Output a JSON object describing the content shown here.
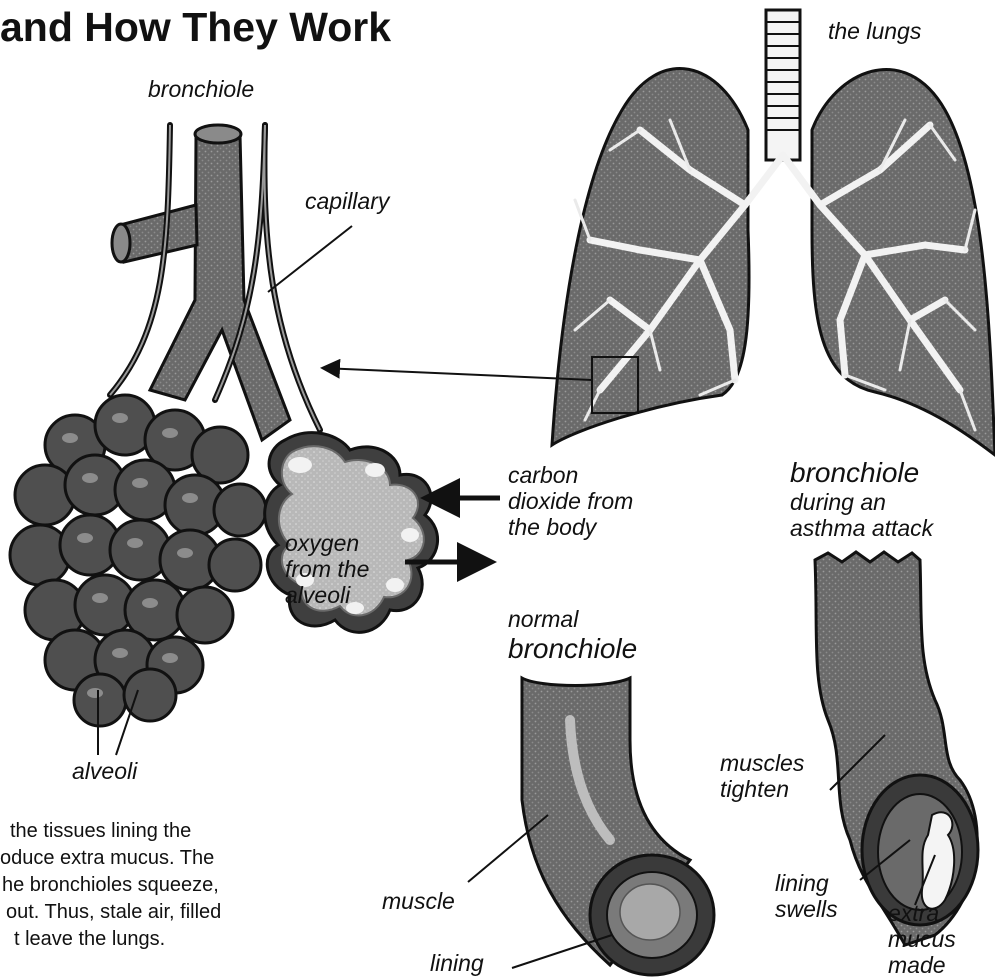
{
  "title": "and How They Work",
  "labels": {
    "bronchiole_top": "bronchiole",
    "capillary": "capillary",
    "alveoli": "alveoli",
    "the_lungs": "the lungs",
    "carbon_dioxide": [
      "carbon",
      "dioxide from",
      "the body"
    ],
    "oxygen": [
      "oxygen",
      "from the",
      "alveoli"
    ],
    "normal": "normal",
    "normal_bronchiole": "bronchiole",
    "muscle": "muscle",
    "lining": "lining",
    "asthma_title": "bronchiole",
    "asthma_sub": [
      "during an",
      "asthma attack"
    ],
    "muscles_tighten": [
      "muscles",
      "tighten"
    ],
    "lining_swells": [
      "lining",
      "swells"
    ],
    "extra_mucus": [
      "extra",
      "mucus",
      "made"
    ]
  },
  "body_text": [
    "the tissues lining the",
    "oduce extra mucus. The",
    "he bronchioles squeeze,",
    "out. Thus, stale air, filled",
    "t leave the lungs."
  ]
}
